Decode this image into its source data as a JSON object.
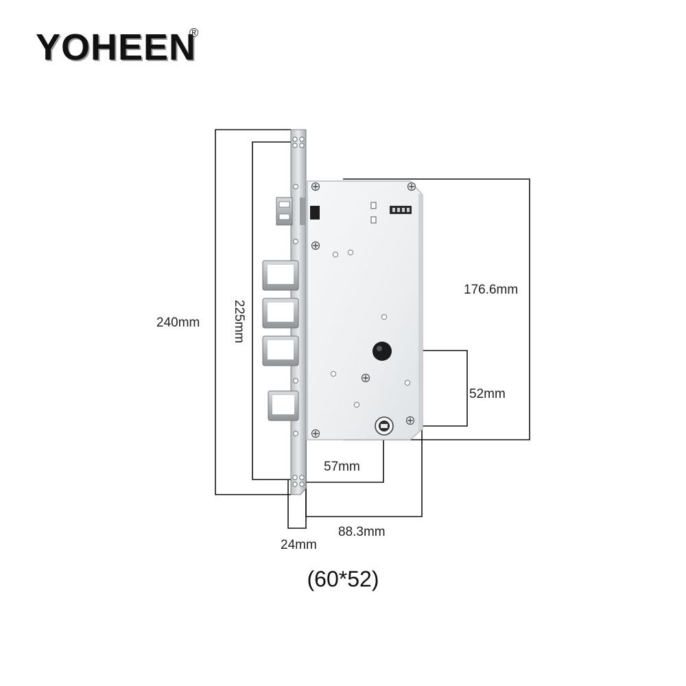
{
  "brand": {
    "name": "YOHEEN",
    "mark": "®"
  },
  "dimensions": {
    "total_height": "240mm",
    "faceplate_height": "225mm",
    "case_height": "176.6mm",
    "spindle_to_cylinder": "52mm",
    "backset": "57mm",
    "case_depth": "88.3mm",
    "faceplate_width": "24mm"
  },
  "caption": "(60*52)",
  "colors": {
    "line": "#111111",
    "steel_light": "#eef0f1",
    "steel_mid": "#c9ccce",
    "steel_dark": "#8e9295",
    "hole": "#1b1b1b"
  }
}
